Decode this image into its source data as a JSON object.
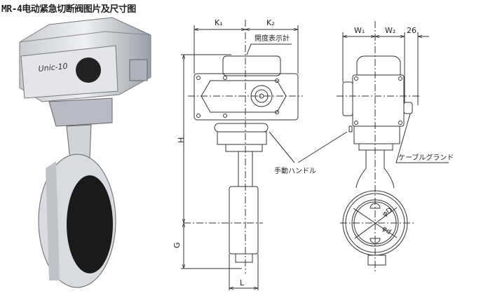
{
  "title": "MR-4电动紧急切断阀图片及尺寸图",
  "photo": {
    "brand_text": "Unic-10"
  },
  "dimensions": {
    "k1": "K₁",
    "k2": "K₂",
    "w1": "W₁",
    "w2": "W₂",
    "gland_offset": "26",
    "h": "H",
    "g": "G",
    "l": "L",
    "phi_D": "φD",
    "phi_d": "φd"
  },
  "callouts": {
    "position_indicator": "開度表示計",
    "manual_handle": "手動ハンドル",
    "cable_gland": "ケーブルグランド"
  }
}
